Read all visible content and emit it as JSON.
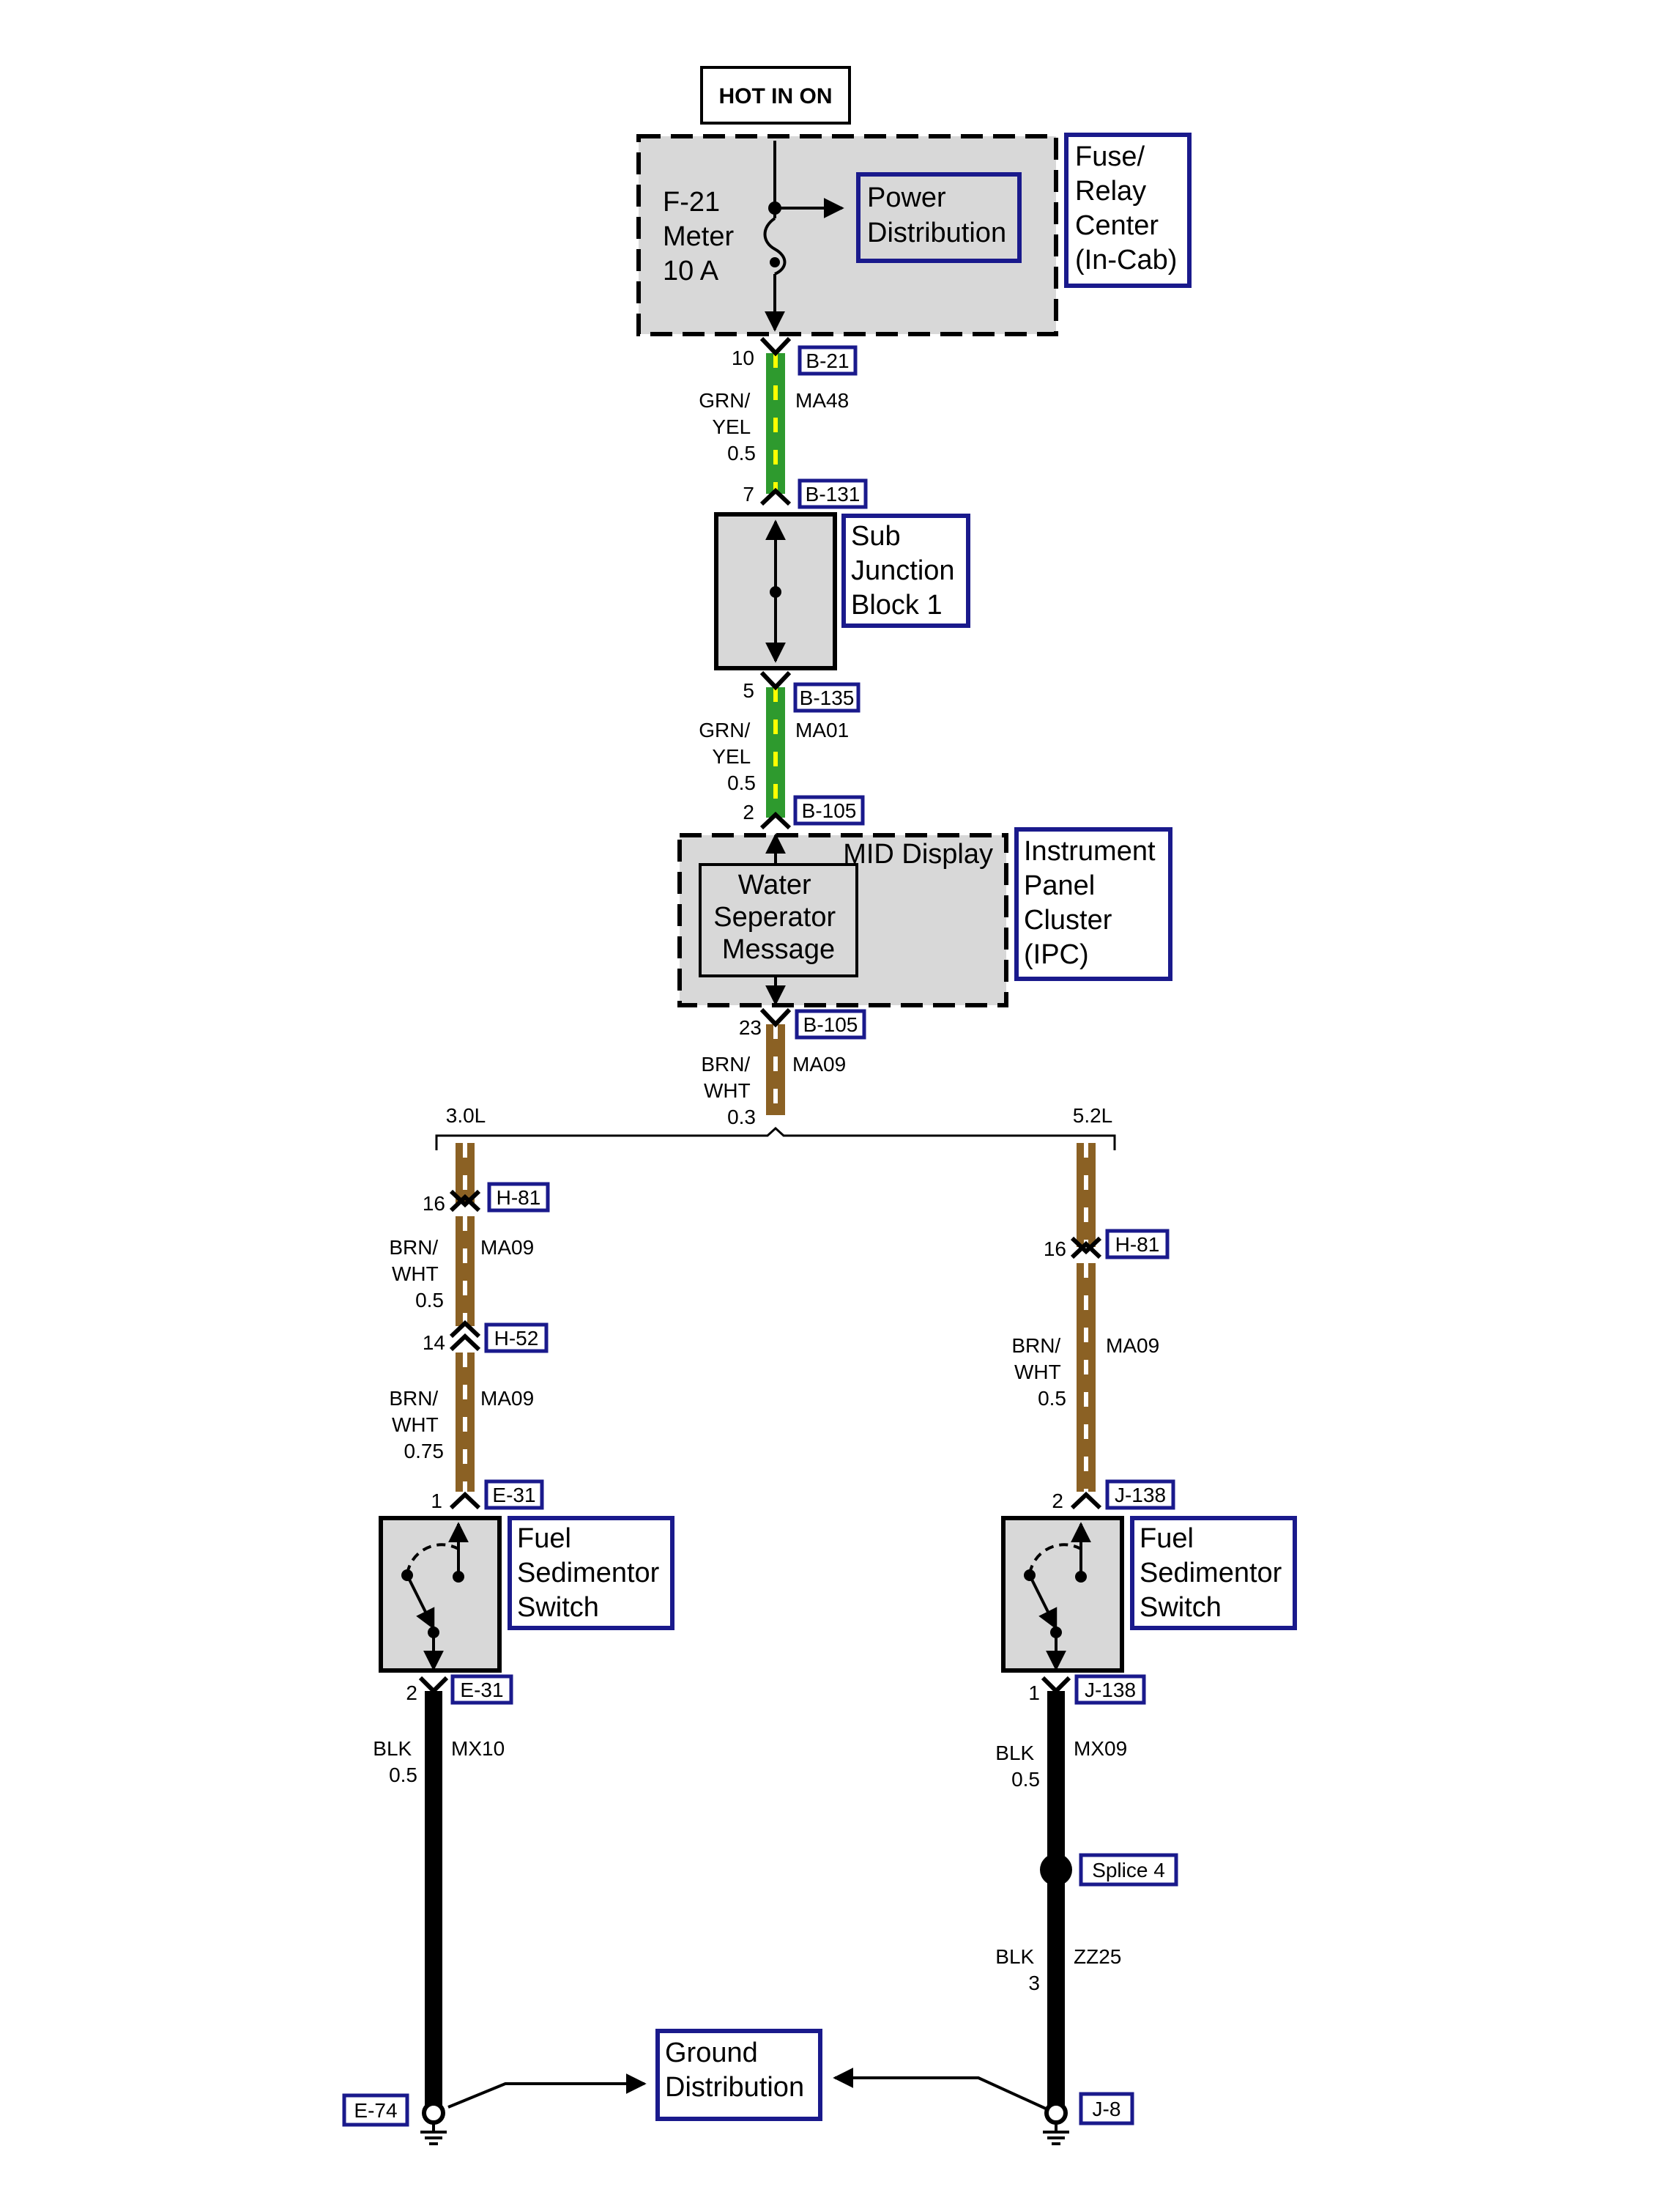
{
  "colors": {
    "grn_yel_base": "#2e9a2e",
    "grn_yel_stripe": "#ffff00",
    "brn_wht_base": "#8b6124",
    "brn_wht_stripe": "#ffffff",
    "blk": "#000000",
    "box_fill": "#d8d8d8",
    "label_border": "#1a1a8c"
  },
  "hot_label": "HOT IN  ON",
  "fuse": {
    "name": "F-21",
    "line2": "Meter",
    "rating": "10 A"
  },
  "power_distribution": [
    "Power",
    "Distribution"
  ],
  "fuse_relay_center": [
    "Fuse/",
    "Relay",
    "Center",
    "(In-Cab)"
  ],
  "connectors": {
    "b21": "B-21",
    "b131": "B-131",
    "b135": "B-135",
    "b105_top": "B-105",
    "b105_bot": "B-105",
    "h81_left": "H-81",
    "h52": "H-52",
    "e31_top": "E-31",
    "e31_bot": "E-31",
    "h81_right": "H-81",
    "j138_top": "J-138",
    "j138_bot": "J-138",
    "splice4": "Splice 4",
    "e74": "E-74",
    "j8": "J-8"
  },
  "pins": {
    "p10": "10",
    "p7": "7",
    "p5": "5",
    "p2": "2",
    "p23": "23",
    "p16_left": "16",
    "p14": "14",
    "p1_left": "1",
    "p2_left": "2",
    "p16_right": "16",
    "p2_right": "2",
    "p1_right": "1"
  },
  "wires": {
    "w1": {
      "color": [
        "GRN/",
        "YEL",
        "0.5"
      ],
      "circuit": "MA48"
    },
    "w2": {
      "color": [
        "GRN/",
        "YEL",
        "0.5"
      ],
      "circuit": "MA01"
    },
    "w3": {
      "color": [
        "BRN/",
        "WHT",
        "0.3"
      ],
      "circuit": "MA09"
    },
    "w4": {
      "color": [
        "BRN/",
        "WHT",
        "0.5"
      ],
      "circuit": "MA09"
    },
    "w5": {
      "color": [
        "BRN/",
        "WHT",
        "0.75"
      ],
      "circuit": "MA09"
    },
    "w6": {
      "color": [
        "BRN/",
        "WHT",
        "0.5"
      ],
      "circuit": "MA09"
    },
    "w7": {
      "color": [
        "BLK",
        "0.5"
      ],
      "circuit": "MX10"
    },
    "w8": {
      "color": [
        "BLK",
        "0.5"
      ],
      "circuit": "MX09"
    },
    "w9": {
      "color": [
        "BLK",
        "3"
      ],
      "circuit": "ZZ25"
    }
  },
  "sub_junction": [
    "Sub",
    "Junction",
    "Block 1"
  ],
  "mid_display": "MID Display",
  "water_sep": [
    "Water",
    "Seperator",
    "Message"
  ],
  "ipc": [
    "Instrument",
    "Panel",
    "Cluster",
    "(IPC)"
  ],
  "engine_left": "3.0L",
  "engine_right": "5.2L",
  "fuel_switch_left": [
    "Fuel",
    "Sedimentor",
    "Switch"
  ],
  "fuel_switch_right": [
    "Fuel",
    "Sedimentor",
    "Switch"
  ],
  "ground_distribution": [
    "Ground",
    "Distribution"
  ]
}
